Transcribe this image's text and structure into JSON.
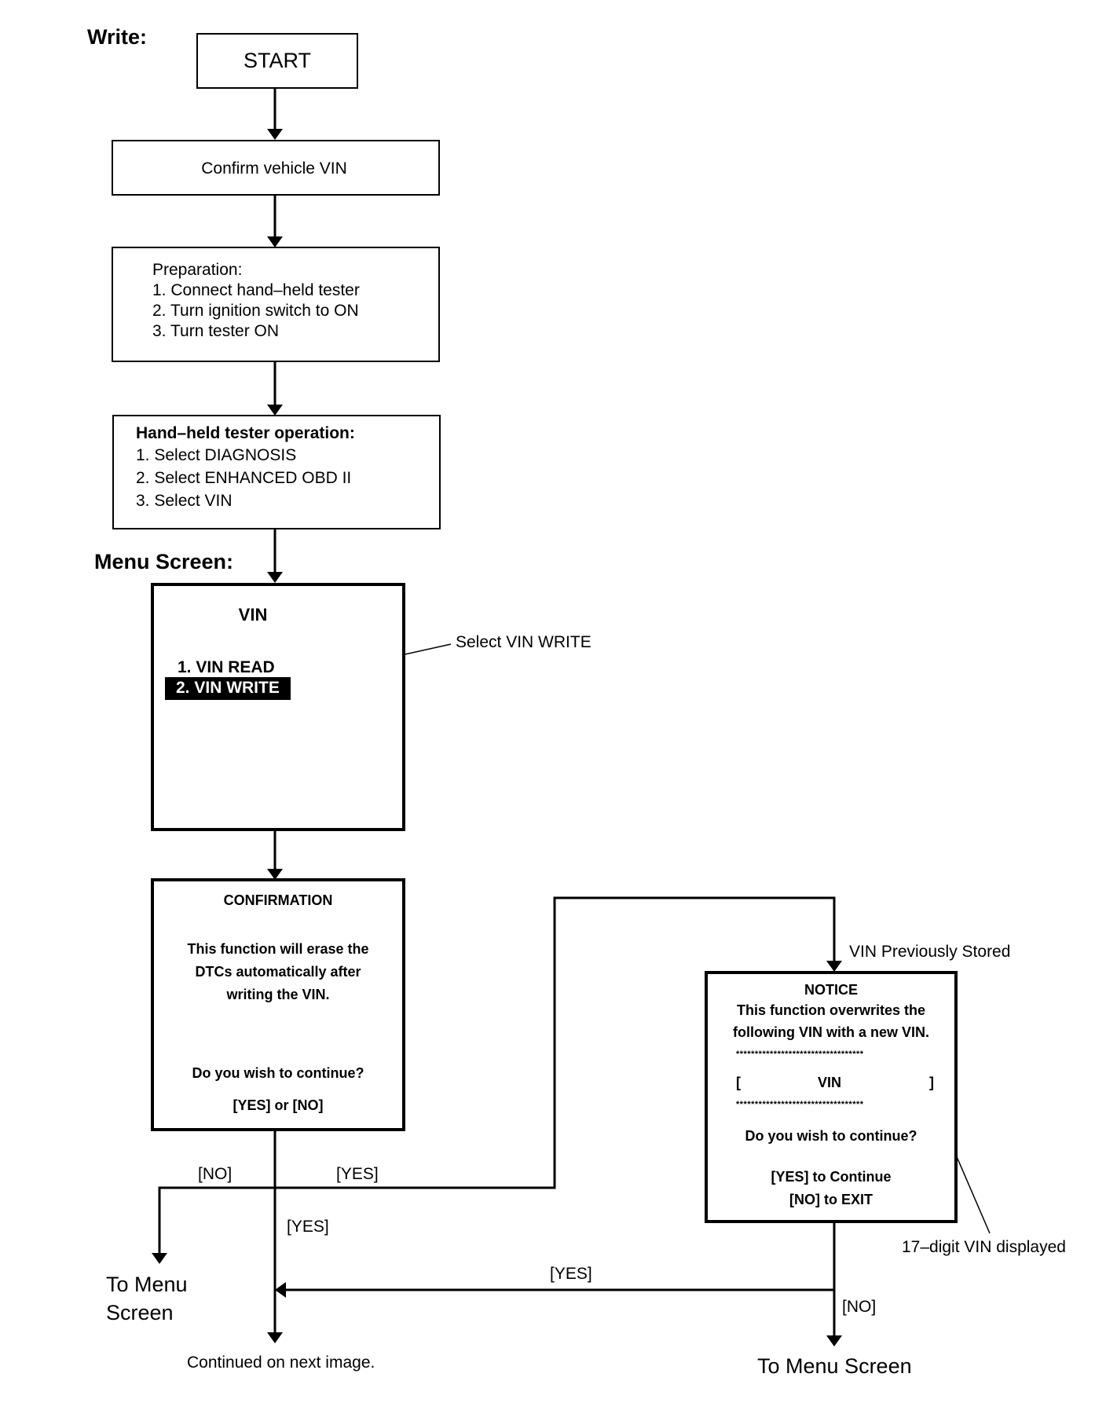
{
  "labels": {
    "write": "Write:",
    "menu_screen": "Menu Screen:",
    "select_vin_write": "Select VIN WRITE",
    "vin_previously_stored": "VIN Previously Stored",
    "digit_vin_displayed": "17–digit VIN displayed",
    "no_left": "[NO]",
    "yes_mid": "[YES]",
    "yes_down": "[YES]",
    "yes_bottom": "[YES]",
    "no_right": "[NO]",
    "to_menu_left_1": "To Menu",
    "to_menu_left_2": "Screen",
    "to_menu_right": "To Menu Screen",
    "continued": "Continued on next image."
  },
  "start": {
    "label": "START"
  },
  "confirm": {
    "label": "Confirm vehicle VIN"
  },
  "preparation": {
    "title": "Preparation:",
    "steps": [
      "1. Connect hand–held tester",
      "2. Turn ignition switch to ON",
      "3. Turn tester ON"
    ]
  },
  "tester_op": {
    "title": "Hand–held tester operation:",
    "steps": [
      "1. Select DIAGNOSIS",
      "2. Select ENHANCED OBD II",
      "3. Select VIN"
    ]
  },
  "vin_menu": {
    "title": "VIN",
    "item1": "1. VIN READ",
    "item2": "2. VIN WRITE"
  },
  "confirmation": {
    "title": "CONFIRMATION",
    "lines": [
      "This function will erase the",
      "DTCs automatically after",
      "writing the VIN."
    ],
    "question": "Do you wish to continue?",
    "options": "[YES] or [NO]"
  },
  "notice": {
    "title": "NOTICE",
    "lines": [
      "This function overwrites the",
      "following VIN with a new VIN."
    ],
    "stars": "**********************************",
    "bracket_left": "[",
    "vin": "VIN",
    "bracket_right": "]",
    "question": "Do you wish to continue?",
    "yes": "[YES] to Continue",
    "no": "[NO] to EXIT"
  }
}
